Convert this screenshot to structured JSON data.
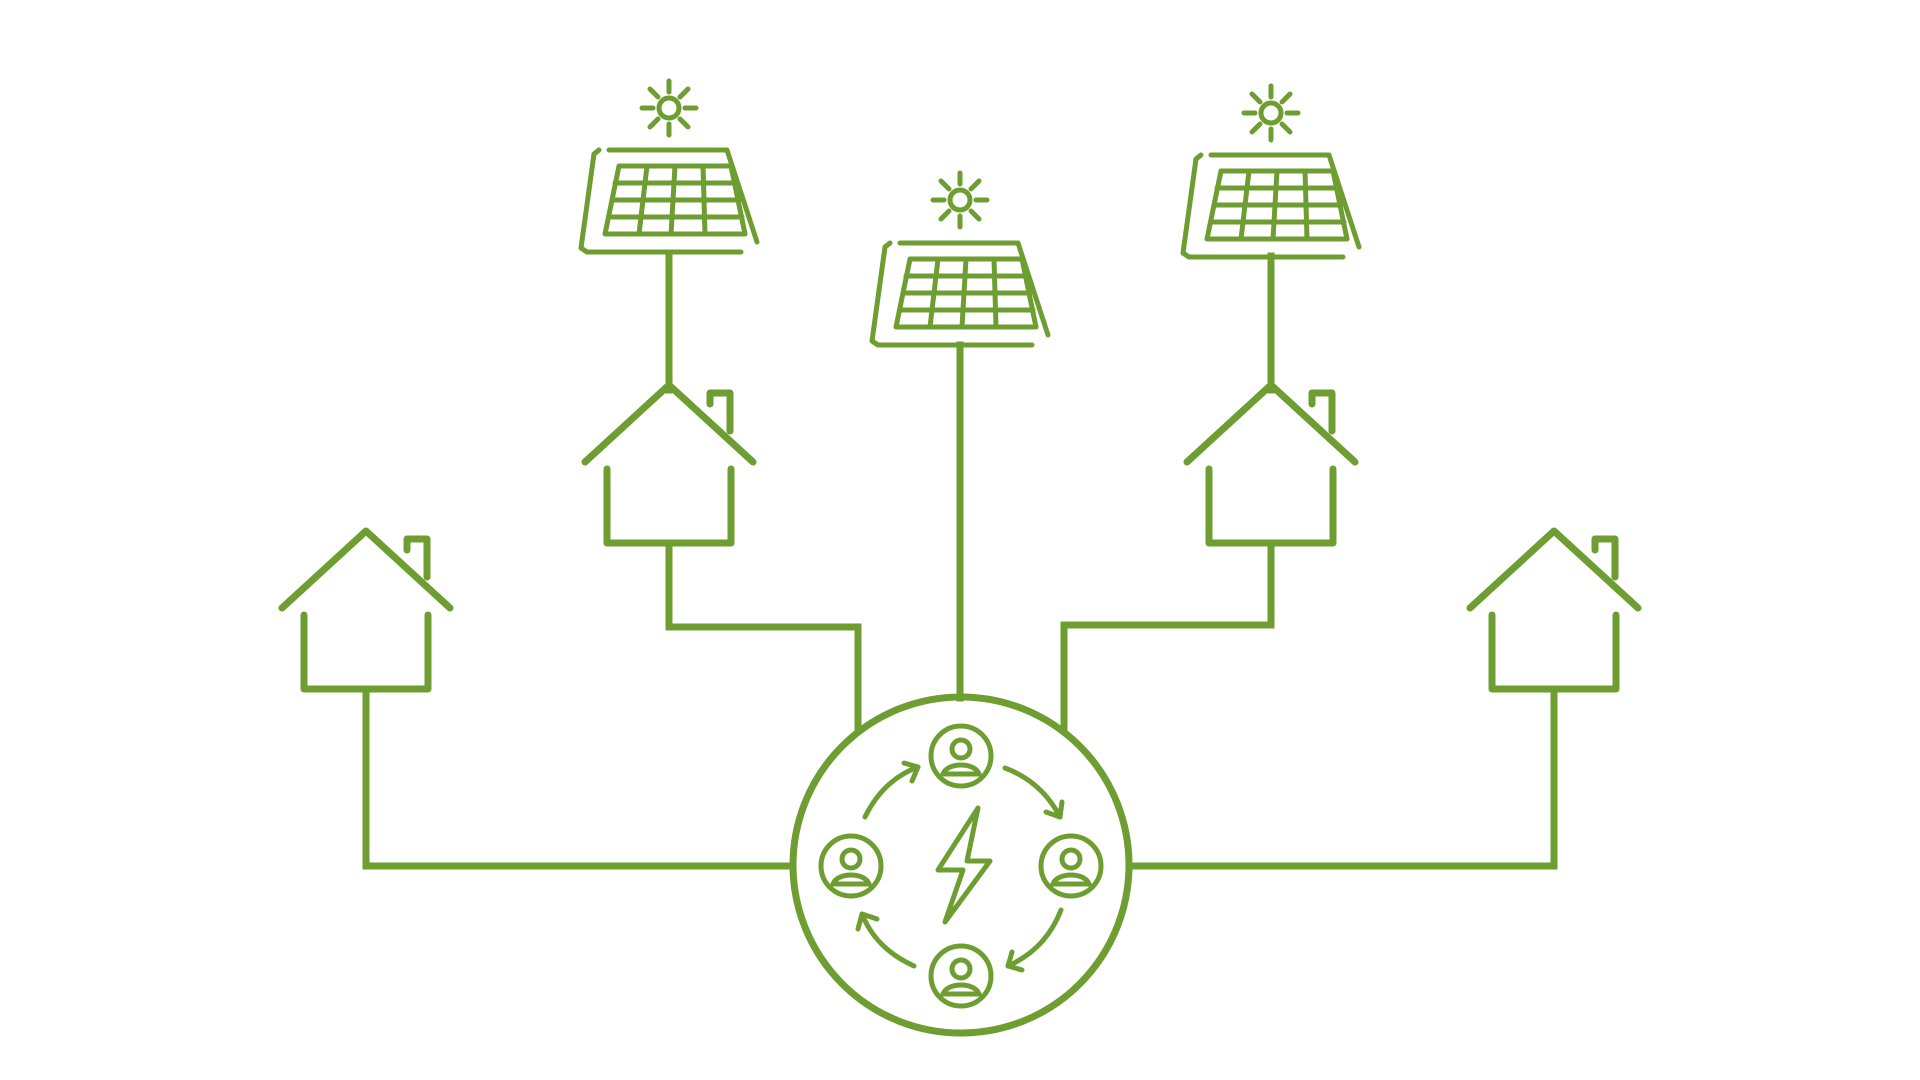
{
  "diagram": {
    "stroke_color": "#6e9e32",
    "background": "#ffffff",
    "houses": [
      {
        "id": "house-far-left",
        "has_solar_panel": false
      },
      {
        "id": "house-left",
        "has_solar_panel": true
      },
      {
        "id": "house-right",
        "has_solar_panel": true
      },
      {
        "id": "house-far-right",
        "has_solar_panel": false
      }
    ],
    "standalone_solar_panels": 1,
    "hub": {
      "members": 4,
      "center_icon": "lightning-bolt-icon",
      "flow_icon": "circular-arrows-icon"
    }
  }
}
